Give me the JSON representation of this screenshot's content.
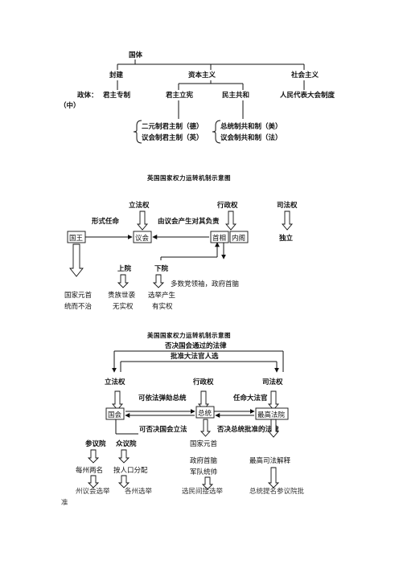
{
  "tree": {
    "root": "国体",
    "branches": [
      "封建",
      "资本主义",
      "社会主义"
    ],
    "politics_label": "政体：",
    "feudal_form": "君主专制",
    "constitutional_monarchy": "君主立宪",
    "democratic_republic": "民主共和",
    "socialist_form": "人民代表大会制度",
    "note": "（中）",
    "dual_monarchy": "二元制君主制（德）",
    "parliamentary_monarchy": "议会制君主制（英）",
    "presidential_republic": "总统制共和制（美）",
    "parliamentary_republic": "议会制共和制（法）"
  },
  "uk": {
    "title": "英国国家权力运转机制示意图",
    "legislative": "立法权",
    "executive": "行政权",
    "judicial": "司法权",
    "formal_appointment": "形式任命",
    "produced_by_parliament": "由议会产生对其负责",
    "king": "国王",
    "parliament": "议会",
    "prime_minister": "首相",
    "cabinet": "内阁",
    "independent": "独立",
    "upper_house": "上院",
    "lower_house": "下院",
    "majority_leader": "多数党领袖，政府首脑",
    "head_of_state": "国家元首",
    "reign_not_rule": "统而不治",
    "hereditary_nobles": "贵族世袭",
    "no_real_power": "无实权",
    "elected": "选举产生",
    "real_power": "有实权"
  },
  "us": {
    "title": "美国国家权力运转机制示意图",
    "veto_laws": "否决国会通过的法律",
    "approve_judges": "批准大法官人选",
    "legislative": "立法权",
    "executive": "行政权",
    "judicial": "司法权",
    "impeach": "可依法弹劾总统",
    "appoint_justices": "任命大法官",
    "congress": "国会",
    "president": "总统",
    "supreme_court": "最高法院",
    "veto_congress": "可否决国会立法",
    "veto_president": "否决总统批准的法律",
    "senate": "参议院",
    "house": "众议院",
    "head_of_state": "国家元首",
    "two_per_state": "每州两名",
    "by_population": "按人口分配",
    "gov_head": "政府首脑",
    "commander": "军队统帅",
    "highest_interpretation": "最高司法解释",
    "state_legislature_election": "州议会选举",
    "each_state_election": "各州选举",
    "indirect_election": "选民间接选举",
    "nominate_senate_approve_1": "总统提名参议院批",
    "nominate_senate_approve_2": "准"
  }
}
